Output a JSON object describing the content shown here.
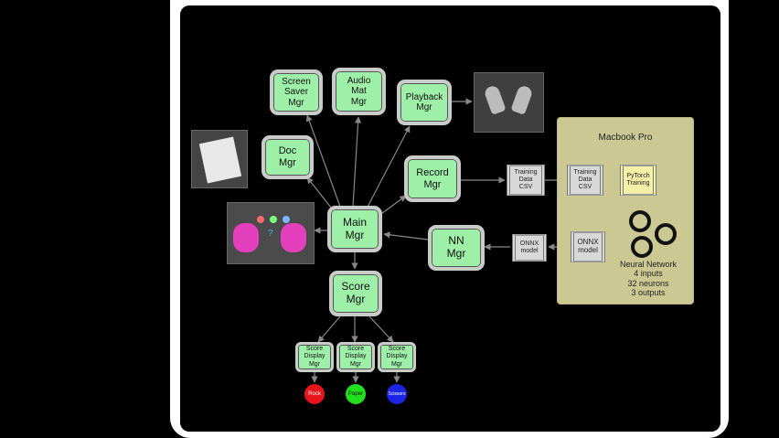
{
  "nodes": {
    "screen_saver": "Screen\nSaver\nMgr",
    "audio_mat": "Audio\nMat\nMgr",
    "playback": "Playback\nMgr",
    "doc": "Doc\nMgr",
    "record": "Record\nMgr",
    "main": "Main\nMgr",
    "nn": "NN\nMgr",
    "score": "Score\nMgr",
    "score_display_1": "Score\nDisplay\nMgr",
    "score_display_2": "Score\nDisplay\nMgr",
    "score_display_3": "Score\nDisplay\nMgr"
  },
  "files": {
    "training_csv_out": "Training\nData\nCSV",
    "training_csv_in": "Training\nData\nCSV",
    "pytorch": "PyTorch\nTraining",
    "onnx_out": "ONNX\nmodel",
    "onnx_in": "ONNX\nmodel"
  },
  "macbook": {
    "title": "Macbook Pro",
    "nn_label": "Neural Network\n4 inputs\n32 neurons\n3 outputs"
  },
  "outputs": {
    "rock": "Rock",
    "paper": "Paper",
    "scissors": "Scissors"
  },
  "colors": {
    "node_fill": "#9ef0a8",
    "macbook_fill": "#ccc894",
    "rock": "#e8141b",
    "paper": "#22e01d",
    "scissors": "#1c25e6"
  }
}
